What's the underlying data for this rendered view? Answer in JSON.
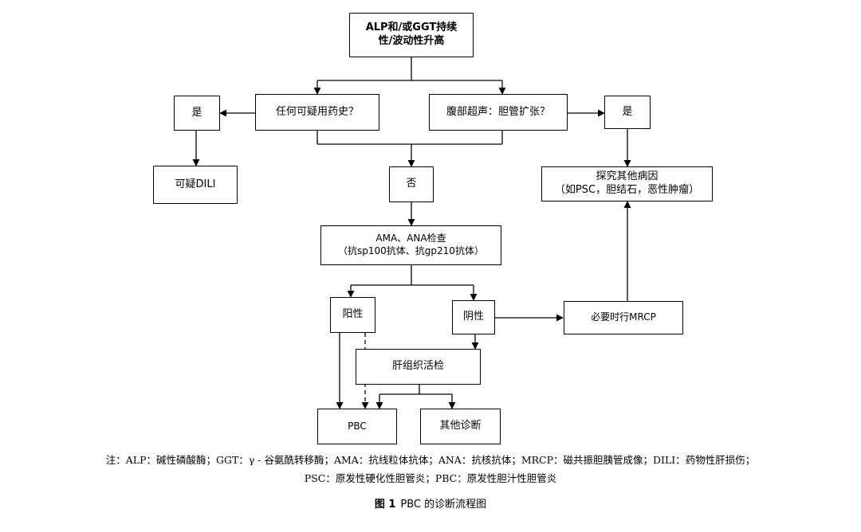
{
  "nodes": {
    "start_line1": "ALP和/或GGT持续",
    "start_line2": "性/波动性升高",
    "drug_history": "任何可疑用药史？",
    "ultrasound": "腹部超声：胆管扩张？",
    "yes_left": "是",
    "yes_right": "是",
    "suspected_dili": "可疑DILI",
    "no": "否",
    "other_causes_line1": "探究其他病因",
    "other_causes_line2": "（如PSC，胆结石，恶性肿瘤）",
    "antibody_line1": "AMA、ANA检查",
    "antibody_line2": "（抗sp100抗体、抗gp210抗体）",
    "positive": "阳性",
    "negative": "阴性",
    "mrcp": "必要时行MRCP",
    "biopsy": "肝组织活检",
    "pbc": "PBC",
    "other_diagnosis": "其他诊断"
  },
  "note": {
    "line1": "注：ALP：碱性磷酸酶；GGT：γ - 谷氨酰转移酶；AMA：抗线粒体抗体；ANA：抗核抗体；MRCP：磁共振胆胰管成像；DILI：药物性肝损伤；",
    "line2": "PSC：原发性硬化性胆管炎；PBC：原发性胆汁性胆管炎"
  },
  "caption": {
    "label": "图 1",
    "title": "PBC 的诊断流程图"
  },
  "colors": {
    "line": "#000000",
    "box_border": "#000000",
    "background": "#ffffff"
  }
}
